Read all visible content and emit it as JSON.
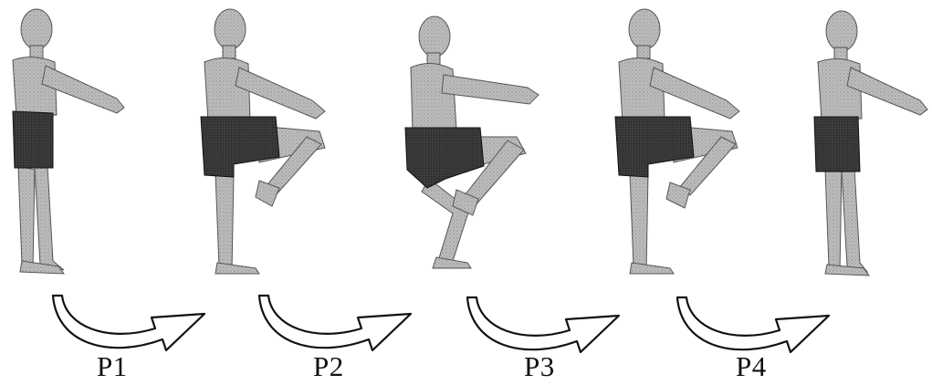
{
  "diagram": {
    "figures": [
      {
        "pose": "standing"
      },
      {
        "pose": "right-knee-raised"
      },
      {
        "pose": "squat-knee-raised"
      },
      {
        "pose": "right-knee-raised"
      },
      {
        "pose": "standing"
      }
    ],
    "phases": [
      {
        "label": "P1"
      },
      {
        "label": "P2"
      },
      {
        "label": "P3"
      },
      {
        "label": "P4"
      }
    ],
    "colors": {
      "skin": "#b5b5b5",
      "skin_dark": "#7a7a7a",
      "shorts": "#3a3a3a",
      "outline": "#1a1a1a",
      "arrow_fill": "#ffffff"
    },
    "arrow_icon": "curved-arrow-icon"
  }
}
